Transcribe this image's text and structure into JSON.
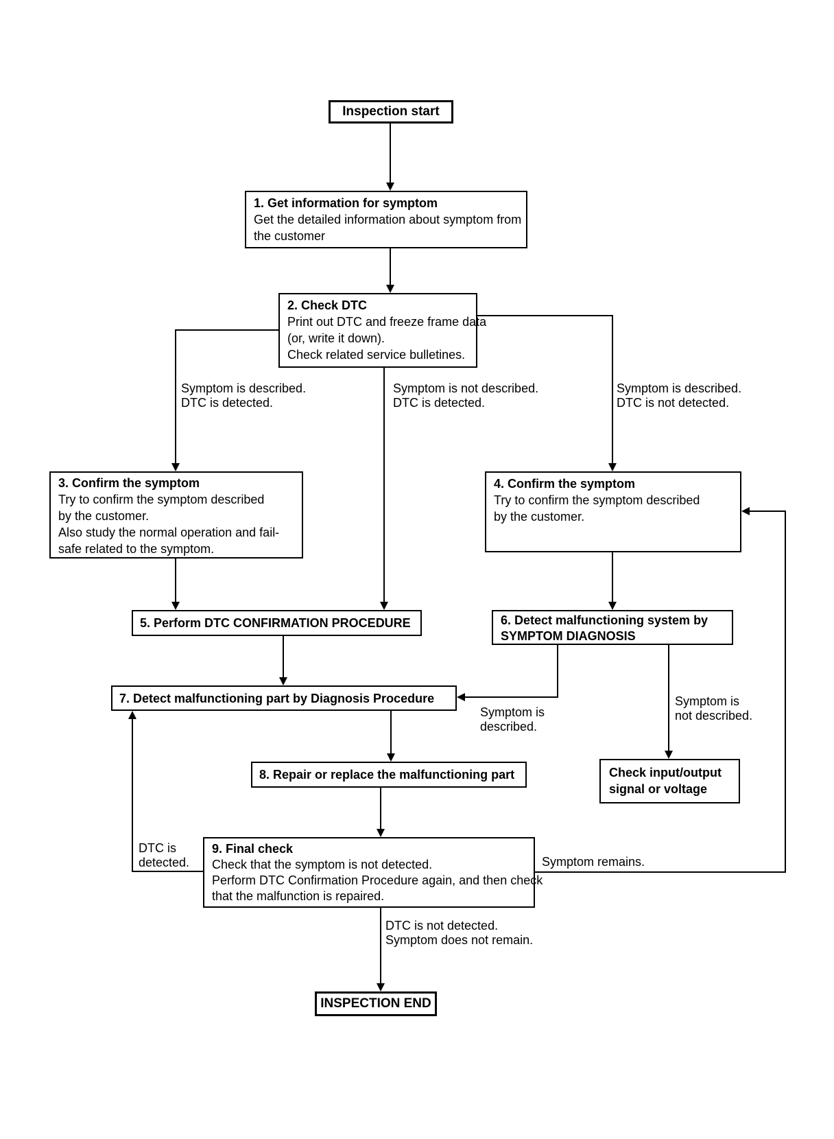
{
  "colors": {
    "background": "#ffffff",
    "line": "#000000",
    "text": "#000000"
  },
  "nodes": {
    "start": {
      "label": "Inspection start"
    },
    "step1": {
      "title": "1. Get information for symptom",
      "lines": [
        "Get the detailed information about symptom from",
        "the customer"
      ]
    },
    "step2": {
      "title": "2. Check DTC",
      "lines": [
        "Print out DTC and freeze frame data",
        "(or, write it down).",
        "Check related service bulletines."
      ]
    },
    "step3": {
      "title": "3. Confirm the symptom",
      "lines": [
        "Try to confirm the symptom described",
        "by the customer.",
        "Also study the normal operation and fail-",
        "safe related to the symptom."
      ]
    },
    "step4": {
      "title": "4. Confirm the symptom",
      "lines": [
        "Try to confirm the symptom described",
        "by the customer."
      ]
    },
    "step5": {
      "title": "5. Perform DTC CONFIRMATION PROCEDURE"
    },
    "step6": {
      "title_lines": [
        "6. Detect malfunctioning system by",
        "SYMPTOM DIAGNOSIS"
      ]
    },
    "step7": {
      "title": "7. Detect malfunctioning part by Diagnosis Procedure"
    },
    "step8": {
      "title": "8. Repair or replace the malfunctioning part"
    },
    "step9": {
      "title": "9. Final check",
      "lines": [
        "Check that the symptom is not detected.",
        "Perform DTC Confirmation Procedure again, and then check",
        "that the malfunction is repaired."
      ]
    },
    "check_io": {
      "title_lines": [
        "Check input/output",
        "signal or voltage"
      ]
    },
    "end": {
      "label": "INSPECTION END"
    }
  },
  "edge_labels": {
    "branch_left": [
      "Symptom is described.",
      "DTC is detected."
    ],
    "branch_middle": [
      "Symptom is not described.",
      "DTC is detected."
    ],
    "branch_right": [
      "Symptom is described.",
      "DTC is not detected."
    ],
    "symptom_described": [
      "Symptom is",
      "described."
    ],
    "symptom_not_described": [
      "Symptom is",
      "not described."
    ],
    "dtc_detected": [
      "DTC is",
      "detected."
    ],
    "symptom_remains": "Symptom remains.",
    "inspection_end_condition": [
      "DTC is not detected.",
      "Symptom does not remain."
    ]
  }
}
